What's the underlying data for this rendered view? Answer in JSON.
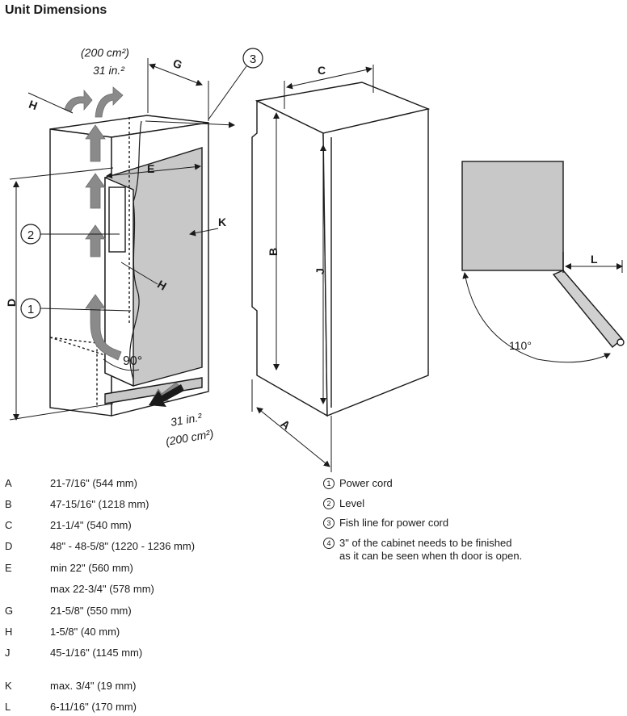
{
  "title": "Unit Dimensions",
  "callouts": {
    "c1": "1",
    "c2": "2",
    "c3": "3"
  },
  "diagram_labels": {
    "area_top_metric": "(200 cm²)",
    "area_top_imperial": "31 in.²",
    "area_bottom_imperial": "31 in.²",
    "area_bottom_metric": "(200 cm²)",
    "angle_90": "90°",
    "angle_110": "110°",
    "A": "A",
    "B": "B",
    "C": "C",
    "D": "D",
    "E": "E",
    "G": "G",
    "H": "H",
    "J": "J",
    "K": "K",
    "L": "L"
  },
  "dimensions": [
    {
      "key": "A",
      "value": "21-7/16\" (544 mm)"
    },
    {
      "key": "B",
      "value": "47-15/16\" (1218 mm)"
    },
    {
      "key": "C",
      "value": "21-1/4\" (540 mm)"
    },
    {
      "key": "D",
      "value": "48\" - 48-5/8\" (1220 - 1236 mm)"
    },
    {
      "key": "E",
      "value": "min 22\" (560 mm)"
    },
    {
      "key": "",
      "value": "max 22-3/4\" (578 mm)"
    },
    {
      "key": "G",
      "value": "21-5/8\" (550 mm)"
    },
    {
      "key": "H",
      "value": "1-5/8\" (40 mm)"
    },
    {
      "key": "J",
      "value": "45-1/16\" (1145 mm)"
    },
    {
      "key": "K",
      "value": "max. 3/4\" (19 mm)"
    },
    {
      "key": "L",
      "value": "6-11/16\" (170 mm)"
    }
  ],
  "legend": [
    {
      "num": "1",
      "text": "Power cord"
    },
    {
      "num": "2",
      "text": "Level"
    },
    {
      "num": "3",
      "text": "Fish line for power cord"
    },
    {
      "num": "4",
      "text": "3\" of the cabinet needs to be finished",
      "text2": "as it can be seen when th door is open."
    }
  ],
  "colors": {
    "arrow_gray": "#8a8a8a",
    "cavity_gray": "#c8c8c8",
    "door_gray": "#d0d0d0",
    "line": "#1a1a1a"
  }
}
